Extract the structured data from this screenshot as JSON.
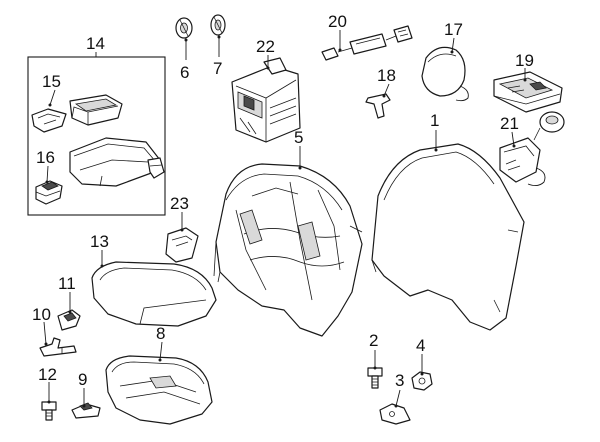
{
  "callouts": {
    "c1": "1",
    "c2": "2",
    "c3": "3",
    "c4": "4",
    "c5": "5",
    "c6": "6",
    "c7": "7",
    "c8": "8",
    "c9": "9",
    "c10": "10",
    "c11": "11",
    "c12": "12",
    "c13": "13",
    "c14": "14",
    "c15": "15",
    "c16": "16",
    "c17": "17",
    "c18": "18",
    "c19": "19",
    "c20": "20",
    "c21": "21",
    "c22": "22",
    "c23": "23"
  },
  "colors": {
    "line": "#1a1a1a",
    "shade": "#d9d9d9",
    "background": "#ffffff"
  }
}
